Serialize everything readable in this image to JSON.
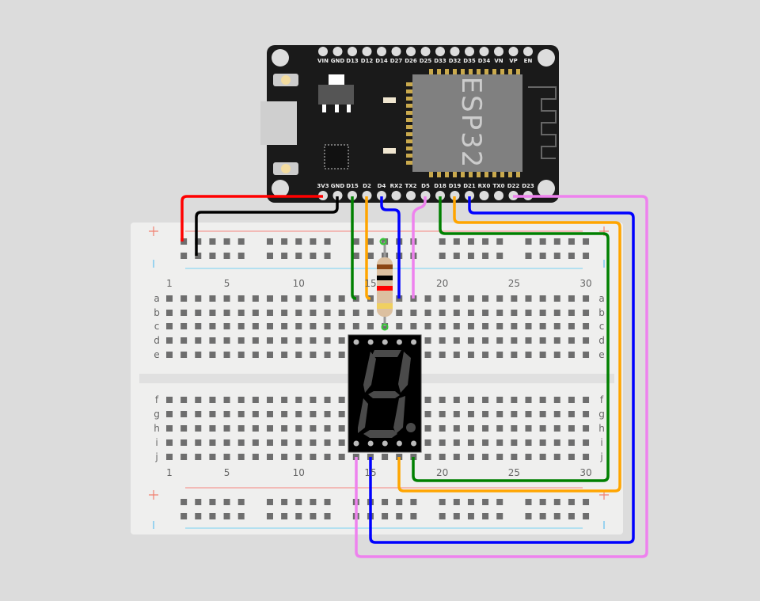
{
  "breadboard": {
    "row_letters_top": [
      "a",
      "b",
      "c",
      "d",
      "e"
    ],
    "row_letters_bottom": [
      "f",
      "g",
      "h",
      "i",
      "j"
    ],
    "column_numbers": [
      "1",
      "5",
      "10",
      "15",
      "20",
      "25",
      "30"
    ]
  },
  "esp32": {
    "chip_label": "ESP32",
    "top_pins": [
      "VIN",
      "GND",
      "D13",
      "D12",
      "D14",
      "D27",
      "D26",
      "D25",
      "D33",
      "D32",
      "D35",
      "D34",
      "VN",
      "VP",
      "EN"
    ],
    "bottom_pins": [
      "3V3",
      "GND",
      "D15",
      "D2",
      "D4",
      "RX2",
      "TX2",
      "D5",
      "D18",
      "D19",
      "D21",
      "RX0",
      "TX0",
      "D22",
      "D23"
    ]
  },
  "colors": {
    "background": "#dcdcdc",
    "breadboard": "#efefee",
    "wire_red": "#ff0000",
    "wire_black": "#000000",
    "wire_green": "#008000",
    "wire_orange": "#ffa500",
    "wire_blue": "#0000ff",
    "wire_violet": "#ee82ee"
  }
}
